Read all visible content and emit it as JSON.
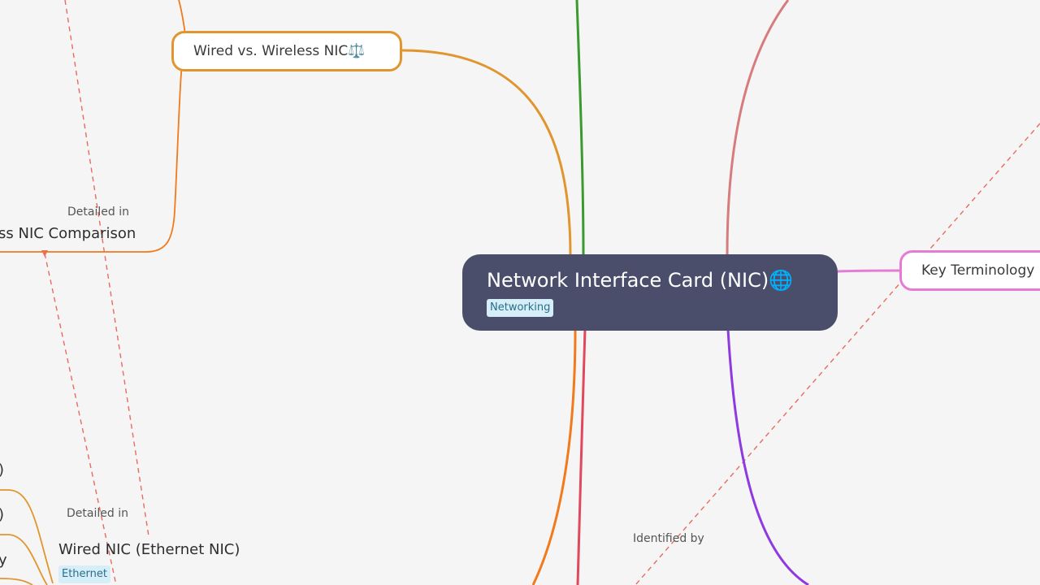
{
  "root": {
    "title": "Network Interface Card (NIC)🌐",
    "tag": "Networking"
  },
  "nodes": {
    "wired_vs_wireless": "Wired vs. Wireless NIC⚖️",
    "key_terminology": "Key Terminology",
    "comparison_partial": "ss NIC Comparison",
    "wired_nic": "Wired NIC (Ethernet NIC)",
    "wired_nic_tag": "Ethernet",
    "clipped_1": ")",
    "clipped_2": ")",
    "clipped_3": "y"
  },
  "edge_labels": {
    "detailed_in_1": "Detailed in",
    "detailed_in_2": "Detailed in",
    "identified_by": "Identified by"
  },
  "colors": {
    "background": "#f5f5f5",
    "root_fill": "#4a4e6a",
    "branch_orange": "#e0962e",
    "branch_dark_orange": "#f07a1c",
    "branch_green": "#3a9a2e",
    "branch_salmon": "#d77c7c",
    "branch_pink": "#e57cd4",
    "branch_purple": "#8e3ae0",
    "branch_red": "#e0485e",
    "cross_link": "#e86b5f"
  }
}
